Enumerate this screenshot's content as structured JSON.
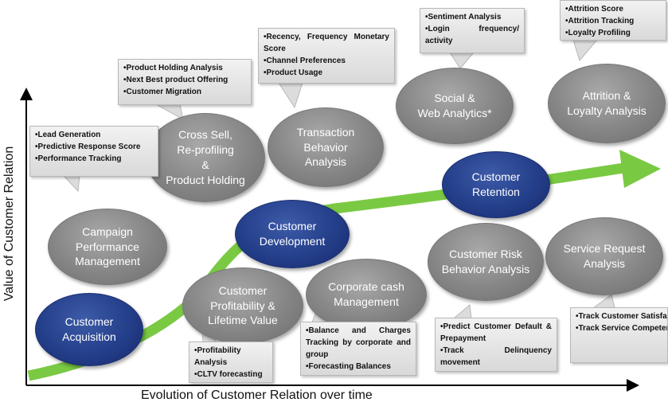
{
  "axes": {
    "x_label": "Evolution of Customer Relation over time",
    "y_label": "Value of Customer Relation"
  },
  "colors": {
    "arrow": "#7ac943",
    "grey_node": "#858585",
    "blue_node": "#243f8a",
    "callout_bg": "#e6e6e6"
  },
  "nodes": {
    "customer_acquisition": "Customer\nAcquisition",
    "customer_development": "Customer\nDevelopment",
    "customer_retention": "Customer\nRetention",
    "campaign_performance": "Campaign\nPerformance\nManagement",
    "cross_sell": "Cross Sell,\nRe-profiling\n&\nProduct Holding",
    "transaction_behavior": "Transaction\nBehavior\nAnalysis",
    "social_web": "Social &\nWeb Analytics*",
    "attrition_loyalty": "Attrition &\nLoyalty Analysis",
    "customer_profitability": "Customer\nProfitability &\nLifetime Value",
    "corporate_cash": "Corporate cash\nManagement",
    "customer_risk": "Customer Risk\nBehavior Analysis",
    "service_request": "Service Request\nAnalysis"
  },
  "callouts": {
    "lead": [
      "•Lead Generation",
      "•Predictive Response Score",
      "•Performance Tracking"
    ],
    "product": [
      "•Product Holding Analysis",
      "•Next Best product Offering",
      "•Customer Migration"
    ],
    "recency": [
      "•Recency, Frequency Monetary Score",
      "•Channel Preferences",
      "•Product Usage"
    ],
    "sentiment": [
      "•Sentiment Analysis",
      "•Login frequency/ activity"
    ],
    "attrition": [
      "•Attrition Score",
      "•Attrition Tracking",
      "•Loyalty Profiling"
    ],
    "profitability": [
      "•Profitability Analysis",
      "•CLTV forecasting"
    ],
    "balance": [
      "•Balance and Charges Tracking by corporate and group",
      "•Forecasting Balances"
    ],
    "default": [
      "•Predict Customer Default & Prepayment",
      "•Track Delinquency movement"
    ],
    "track": [
      "•Track Customer Satisfaction",
      "•Track Service Competency"
    ]
  }
}
